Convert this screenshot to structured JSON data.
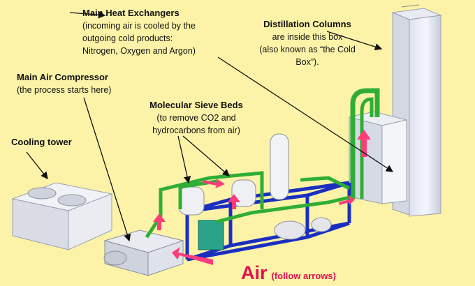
{
  "labels": {
    "heat_exchangers": {
      "title": "Main Heat Exchangers",
      "lines": [
        "(incoming air is cooled by the",
        "outgoing cold products:",
        "Nitrogen, Oxygen and Argon)"
      ]
    },
    "distillation": {
      "title": "Distillation Columns",
      "lines": [
        "are inside this box",
        "(also known as “the Cold",
        "Box”)."
      ]
    },
    "compressor": {
      "title": "Main Air Compressor",
      "lines": [
        "(the process starts here)"
      ]
    },
    "sieve": {
      "title": "Molecular Sieve Beds",
      "lines": [
        "(to remove CO2 and",
        "hydrocarbons from air)"
      ]
    },
    "cooling": {
      "title": "Cooling tower"
    },
    "air": {
      "main": "Air",
      "note": "(follow arrows)"
    }
  },
  "colors": {
    "background": "#fdf3a8",
    "flow_arrow": "#ff3b7a",
    "pipe": "#2fae35",
    "frame": "#1a2fc2",
    "equipment": "#e8e8ec"
  }
}
